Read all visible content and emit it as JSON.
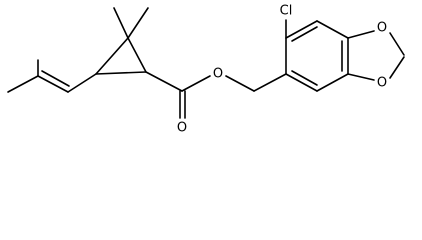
{
  "molecule": {
    "atom_labels": {
      "ester_oxygen": "O",
      "carbonyl_oxygen": "O",
      "chlorine": "Cl",
      "dioxole_oxygen_top": "O",
      "dioxole_oxygen_bottom": "O"
    }
  },
  "colors": {
    "bond": "#000000",
    "label": "#000000",
    "background": "#ffffff"
  }
}
